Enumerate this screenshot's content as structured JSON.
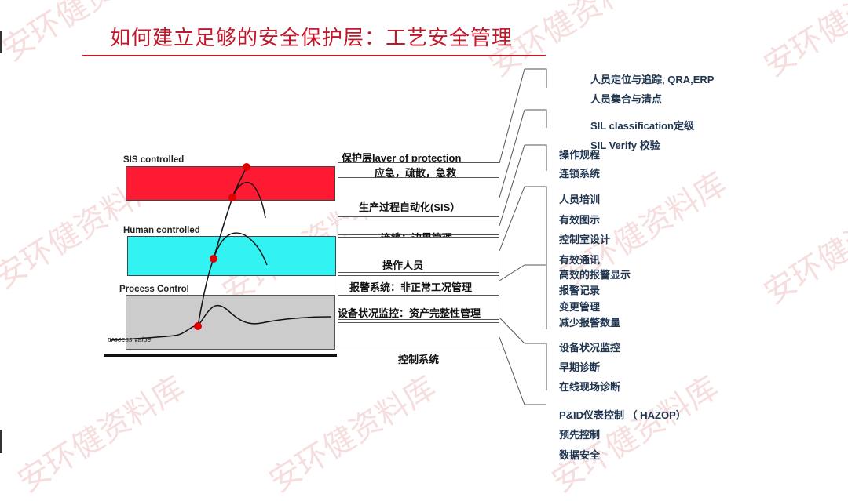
{
  "title": "如何建立足够的安全保护层：工艺安全管理",
  "watermark": "安环健资料库",
  "colors": {
    "title": "#c0182b",
    "sis_band": "#ff1a33",
    "human_band": "#33f2f2",
    "process_panel": "#cccccc",
    "note_text": "#1f3550"
  },
  "diagram": {
    "labels": {
      "sis": "SIS controlled",
      "human": "Human controlled",
      "process": "Process Control",
      "process_value": "process value"
    }
  },
  "layers": {
    "header": "保护层layer of protection",
    "items": [
      "应急，疏散，急救",
      "生产过程自动化(SIS）",
      "连锁：边界管理",
      "操作人员",
      "报警系统：非正常工况管理",
      "设备状况监控：资产完整性管理",
      "控制系统"
    ]
  },
  "notes": {
    "emergency": [
      "人员定位与追踪,  QRA,ERP",
      "人员集合与清点"
    ],
    "sis": [
      "SIL classification定级",
      "SIL Verify 校验"
    ],
    "interlock": [
      "操作规程",
      "连锁系统"
    ],
    "operator": [
      "人员培训",
      "有效图示",
      "控制室设计",
      "有效通讯"
    ],
    "alarm": [
      "高效的报警显示",
      "报警记录",
      "变更管理",
      "减少报警数量"
    ],
    "equipment": [
      "设备状况监控",
      "早期诊断",
      "在线现场诊断"
    ],
    "control": [
      "P&ID仪表控制 （ HAZOP）",
      "预先控制",
      "数据安全"
    ]
  }
}
